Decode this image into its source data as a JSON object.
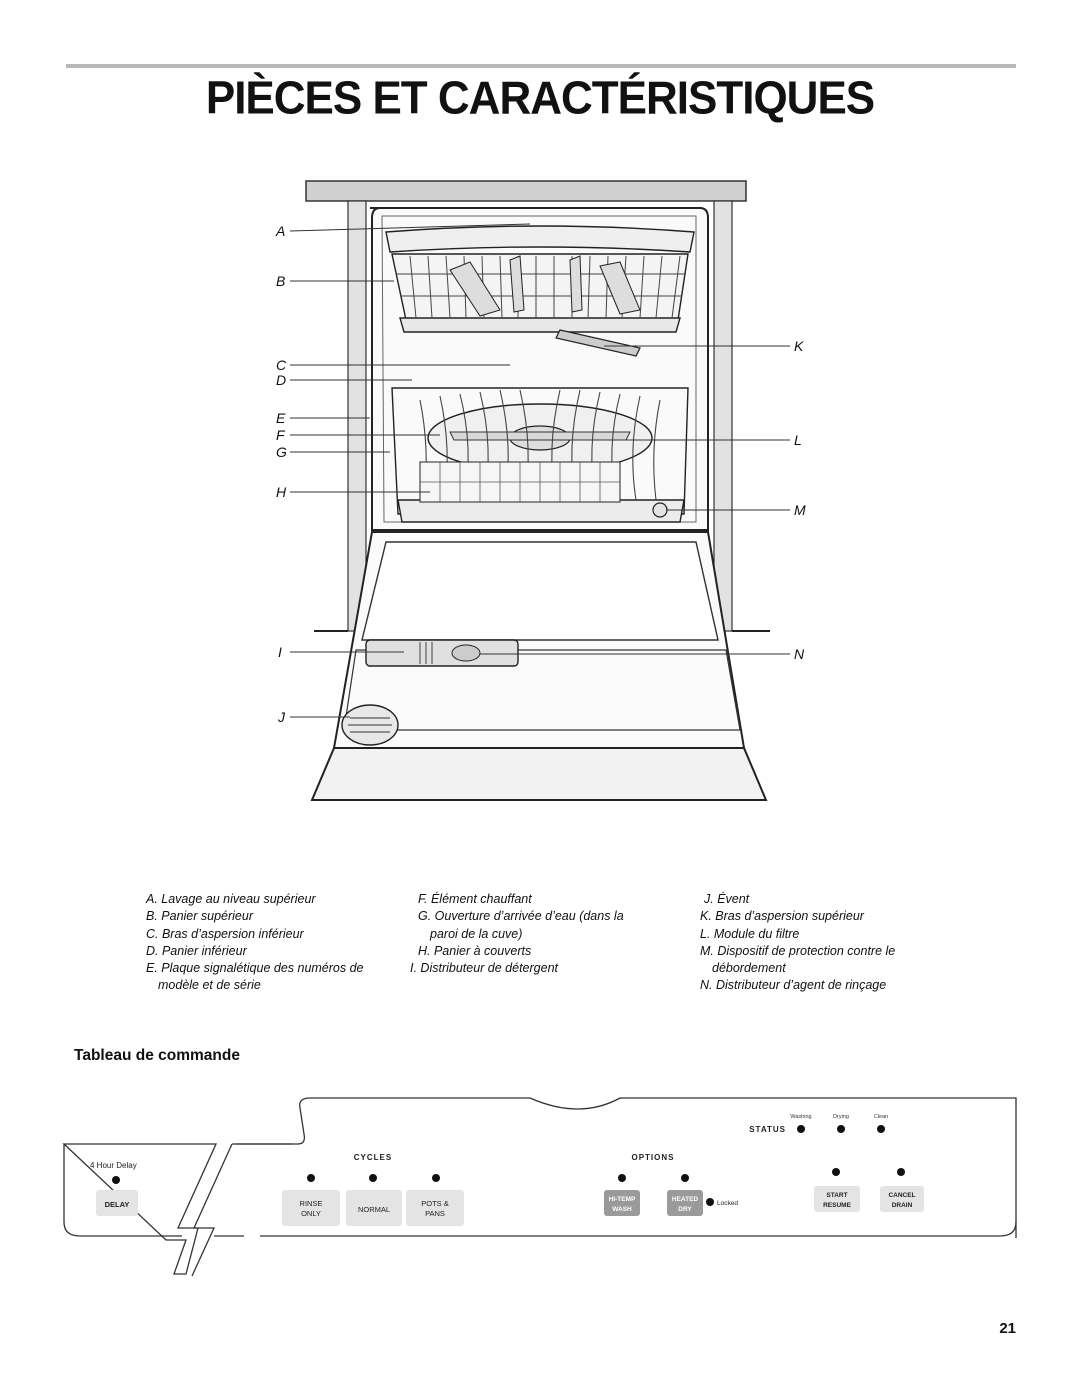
{
  "page": {
    "title": "PIÈCES ET CARACTÉRISTIQUES",
    "page_number": "21"
  },
  "diagram": {
    "callouts_left": [
      "A",
      "B",
      "C",
      "D",
      "E",
      "F",
      "G",
      "H",
      "I",
      "J"
    ],
    "callouts_right": [
      "K",
      "L",
      "M",
      "N"
    ]
  },
  "legend": {
    "col1": [
      "A. Lavage au niveau supérieur",
      "B. Panier supérieur",
      "C. Bras d’aspersion inférieur",
      "D. Panier inférieur",
      "E. Plaque signalétique des numéros de modèle et de série"
    ],
    "col2": [
      "F. Élément chauffant",
      "G. Ouverture d’arrivée d’eau (dans la paroi de la cuve)",
      "H. Panier à couverts",
      "I. Distributeur de détergent"
    ],
    "col3": [
      "J. Évent",
      "K. Bras d’aspersion supérieur",
      "L. Module du filtre",
      "M. Dispositif de protection contre le débordement",
      "N. Distributeur d’agent de rinçage"
    ]
  },
  "control_panel": {
    "section_title": "Tableau de commande",
    "delay_caption": "4 Hour Delay",
    "delay_button": "DELAY",
    "cycles_heading": "CYCLES",
    "cycles": [
      {
        "line1": "RINSE",
        "line2": "ONLY"
      },
      {
        "line1": "NORMAL",
        "line2": ""
      },
      {
        "line1": "POTS &",
        "line2": "PANS"
      }
    ],
    "options_heading": "OPTIONS",
    "options": [
      {
        "line1": "HI-TEMP",
        "line2": "WASH"
      },
      {
        "line1": "HEATED",
        "line2": "DRY"
      }
    ],
    "locked_label": "Locked",
    "status_heading": "STATUS",
    "status_lights": [
      "Washing",
      "Drying",
      "Clean"
    ],
    "start_button": {
      "line1": "START",
      "line2": "RESUME"
    },
    "cancel_button": {
      "line1": "CANCEL",
      "line2": "DRAIN"
    }
  }
}
